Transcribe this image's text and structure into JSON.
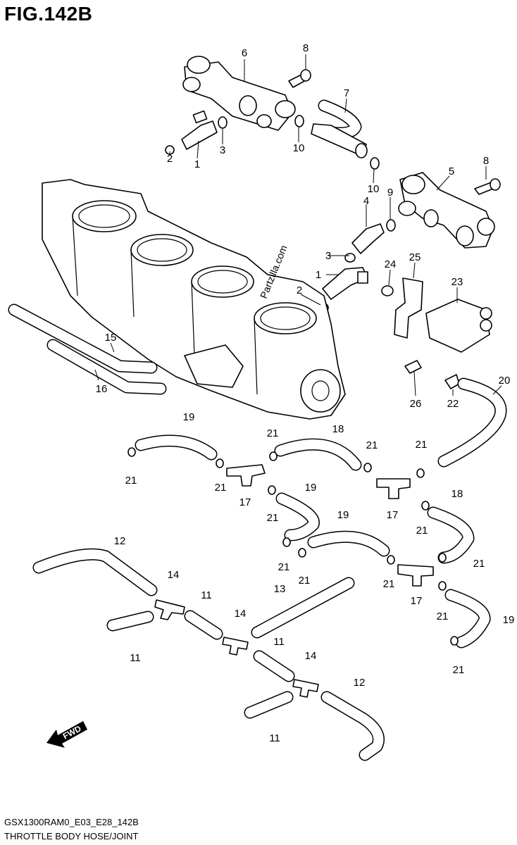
{
  "figure": {
    "title": "FIG.142B",
    "code": "GSX1300RAM0_E03_E28_142B",
    "name": "THROTTLE BODY HOSE/JOINT",
    "watermark": "Partzilla.com",
    "fwd_label": "FWD"
  },
  "callouts": [
    {
      "id": "c6",
      "label": "6"
    },
    {
      "id": "c8a",
      "label": "8"
    },
    {
      "id": "c7",
      "label": "7"
    },
    {
      "id": "c3a",
      "label": "3"
    },
    {
      "id": "c1a",
      "label": "1"
    },
    {
      "id": "c2a",
      "label": "2"
    },
    {
      "id": "c10a",
      "label": "10"
    },
    {
      "id": "c10b",
      "label": "10"
    },
    {
      "id": "c8b",
      "label": "8"
    },
    {
      "id": "c5",
      "label": "5"
    },
    {
      "id": "c4",
      "label": "4"
    },
    {
      "id": "c9",
      "label": "9"
    },
    {
      "id": "c3b",
      "label": "3"
    },
    {
      "id": "c1b",
      "label": "1"
    },
    {
      "id": "c2b",
      "label": "2"
    },
    {
      "id": "c24",
      "label": "24"
    },
    {
      "id": "c25",
      "label": "25"
    },
    {
      "id": "c23",
      "label": "23"
    },
    {
      "id": "c15",
      "label": "15"
    },
    {
      "id": "c16",
      "label": "16"
    },
    {
      "id": "c20",
      "label": "20"
    },
    {
      "id": "c26",
      "label": "26"
    },
    {
      "id": "c22",
      "label": "22"
    },
    {
      "id": "c19a",
      "label": "19"
    },
    {
      "id": "c21a",
      "label": "21"
    },
    {
      "id": "c18a",
      "label": "18"
    },
    {
      "id": "c21b",
      "label": "21"
    },
    {
      "id": "c21c",
      "label": "21"
    },
    {
      "id": "c21d",
      "label": "21"
    },
    {
      "id": "c21e",
      "label": "21"
    },
    {
      "id": "c17a",
      "label": "17"
    },
    {
      "id": "c21f",
      "label": "21"
    },
    {
      "id": "c19b",
      "label": "19"
    },
    {
      "id": "c17b",
      "label": "17"
    },
    {
      "id": "c21g",
      "label": "21"
    },
    {
      "id": "c18b",
      "label": "18"
    },
    {
      "id": "c19c",
      "label": "19"
    },
    {
      "id": "c21h",
      "label": "21"
    },
    {
      "id": "c21i",
      "label": "21"
    },
    {
      "id": "c21j",
      "label": "21"
    },
    {
      "id": "c21k",
      "label": "21"
    },
    {
      "id": "c17c",
      "label": "17"
    },
    {
      "id": "c21l",
      "label": "21"
    },
    {
      "id": "c19d",
      "label": "19"
    },
    {
      "id": "c21m",
      "label": "21"
    },
    {
      "id": "c12a",
      "label": "12"
    },
    {
      "id": "c14a",
      "label": "14"
    },
    {
      "id": "c11a",
      "label": "11"
    },
    {
      "id": "c13",
      "label": "13"
    },
    {
      "id": "c11b",
      "label": "11"
    },
    {
      "id": "c14b",
      "label": "14"
    },
    {
      "id": "c11c",
      "label": "11"
    },
    {
      "id": "c14c",
      "label": "14"
    },
    {
      "id": "c12b",
      "label": "12"
    },
    {
      "id": "c11d",
      "label": "11"
    }
  ]
}
